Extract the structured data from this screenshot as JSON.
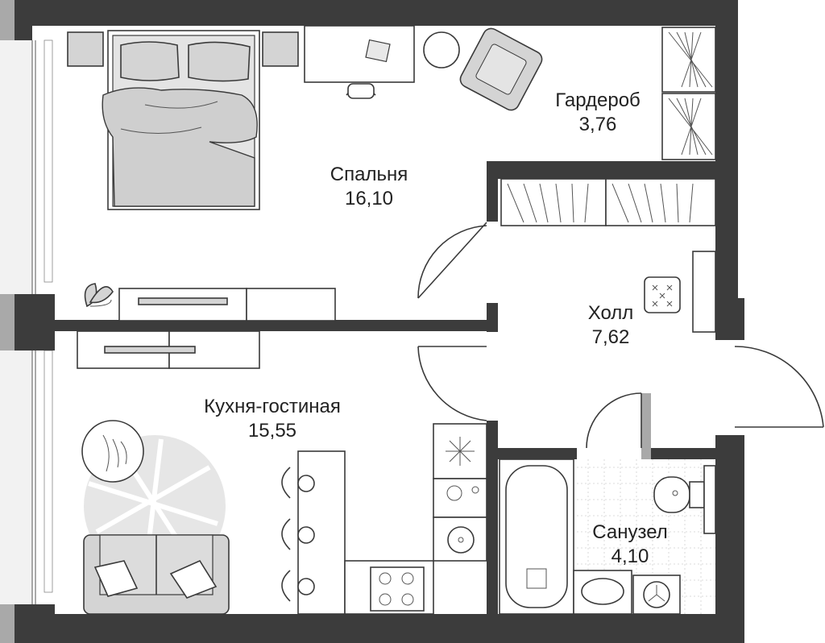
{
  "rooms": [
    {
      "name": "Гардероб",
      "area": "3,76"
    },
    {
      "name": "Спальня",
      "area": "16,10"
    },
    {
      "name": "Холл",
      "area": "7,62"
    },
    {
      "name": "Кухня-гостиная",
      "area": "15,55"
    },
    {
      "name": "Санузел",
      "area": "4,10"
    }
  ]
}
